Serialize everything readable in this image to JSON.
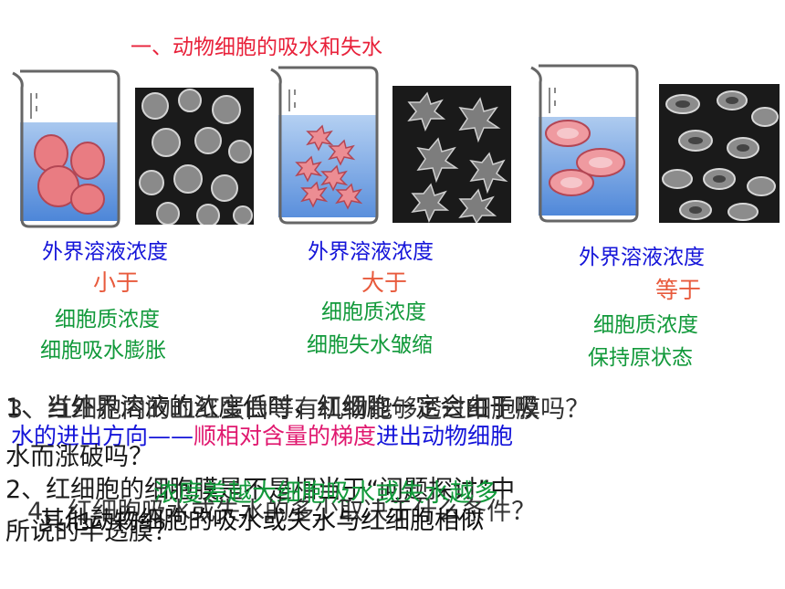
{
  "title": "一、动物细胞的吸水和失水",
  "panels": [
    {
      "outer": "外界溶液浓度",
      "relation": "小于",
      "inner": "细胞质浓度",
      "result": "细胞吸水膨胀"
    },
    {
      "outer": "外界溶液浓度",
      "relation": "大于",
      "inner": "细胞质浓度",
      "result": "细胞失水皱缩"
    },
    {
      "outer": "外界溶液浓度",
      "relation": "等于",
      "inner": "细胞质浓度",
      "result": "保持原状态"
    }
  ],
  "overlay": {
    "q1_line1": "1、当外界溶液的浓度低时，红细胞一定会由于吸",
    "q1_line2": "水而涨破吗？",
    "q2_line1": "2、红细胞的细胞膜是不是相当于“问题探讨”中",
    "q2_line2": "所说的半透膜？",
    "q3_line1": "3、红细胞内的血红蛋白等有机物能够透过细胞膜吗？",
    "q3_line2": "4、红细胞吸水或失水的多少取决于什么条件？",
    "note_prefix": "水的进出方向——",
    "note_highlight": "顺相对含量的梯度",
    "note_suffix": "进出动物细胞",
    "note2": "其他动物细胞的吸水或失水与红细胞相似",
    "green_note": "浓度差越大细胞吸水或失水越多"
  },
  "colors": {
    "title": "#e8213a",
    "blue": "#1414d9",
    "red": "#e85a3c",
    "green": "#11993a",
    "pink": "#e0186f"
  }
}
